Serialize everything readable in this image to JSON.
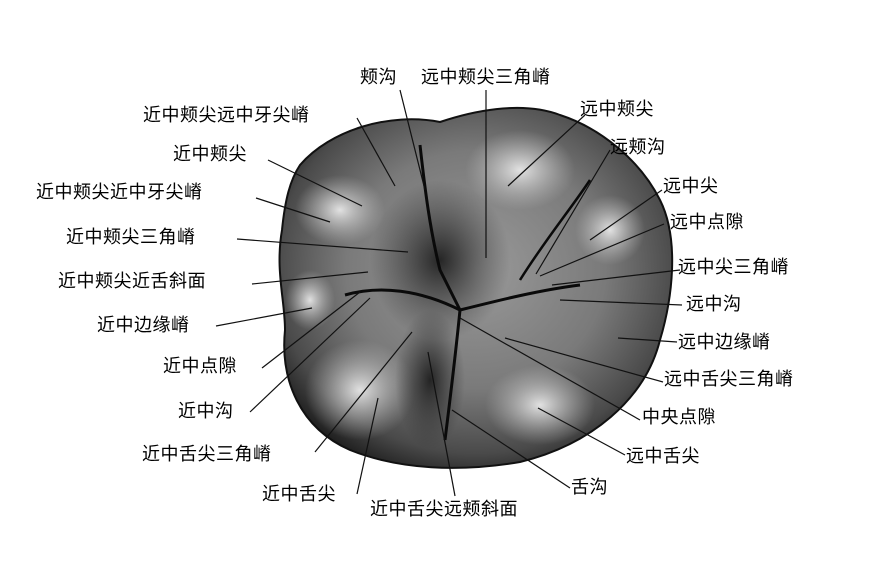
{
  "labels": {
    "buccal_groove": "颊沟",
    "mesiobuccal_triangular_ridge": "远中颊尖三角嵴",
    "mesiobuccal_mesial_cusp_ridge": "近中颊尖远中牙尖嵴",
    "distobuccal_cusp": "远中颊尖",
    "mesiobuccal_cusp": "近中颊尖",
    "distobuccal_groove": "远颊沟",
    "mb_mesial_cusp_ridge": "近中颊尖近中牙尖嵴",
    "distal_cusp": "远中尖",
    "distal_contact_pit": "远中点隙",
    "mb_triangular_ridge": "近中颊尖三角嵴",
    "distal_cusp_triangular_ridge": "远中尖三角嵴",
    "mb_mesiolingual_slope": "近中颊尖近舌斜面",
    "distal_groove": "远中沟",
    "mesial_marginal_ridge": "近中边缘嵴",
    "distal_marginal_ridge": "远中边缘嵴",
    "mesial_pit": "近中点隙",
    "distolingual_triangular_ridge": "远中舌尖三角嵴",
    "mesial_groove": "近中沟",
    "central_pit": "中央点隙",
    "mesiolingual_triangular_ridge": "近中舌尖三角嵴",
    "distolingual_cusp": "远中舌尖",
    "mesiolingual_cusp": "近中舌尖",
    "lingual_groove": "舌沟",
    "ml_distobuccal_slope": "近中舌尖远颊斜面"
  }
}
